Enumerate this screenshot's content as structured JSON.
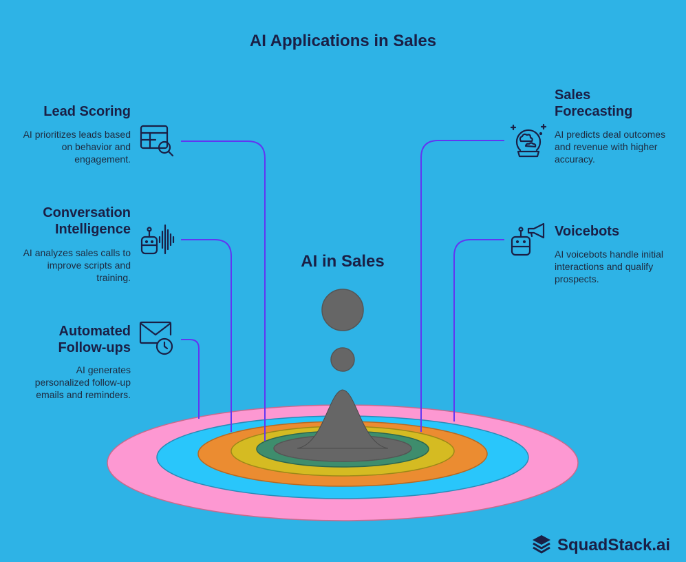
{
  "title": "AI Applications in Sales",
  "center": {
    "label": "AI in Sales"
  },
  "items": [
    {
      "head": "Lead Scoring",
      "desc": "AI prioritizes leads based on behavior and engagement.",
      "icon": "table-search-icon"
    },
    {
      "head": "Conversation Intelligence",
      "desc": "AI analyzes sales calls to improve scripts and training.",
      "icon": "robot-soundwave-icon"
    },
    {
      "head": "Automated Follow-ups",
      "desc": "AI generates personalized follow-up emails and reminders.",
      "icon": "mail-clock-icon"
    },
    {
      "head": "Sales Forecasting",
      "desc": "AI predicts deal outcomes and revenue with higher accuracy.",
      "icon": "crystal-ball-icon"
    },
    {
      "head": "Voicebots",
      "desc": "AI voicebots handle initial interactions and qualify prospects.",
      "icon": "robot-megaphone-icon"
    }
  ],
  "brand": {
    "name": "SquadStack.ai",
    "icon": "stack-logo-icon"
  },
  "colors": {
    "background": "#2eb3e6",
    "ring_outer": "#fd98d2",
    "ring_2": "#29c6fb",
    "ring_3": "#eb8c31",
    "ring_4": "#d5bb22",
    "ring_5": "#3e8d6d",
    "core": "#666666",
    "connector": "#6236f2"
  }
}
